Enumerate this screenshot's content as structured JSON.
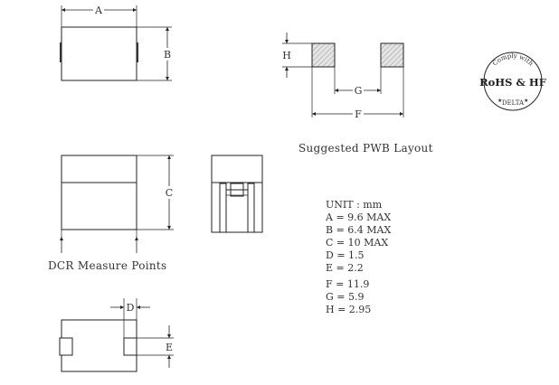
{
  "dimension_letters": {
    "a": "A",
    "b": "B",
    "c": "C",
    "d": "D",
    "e": "E",
    "f": "F",
    "g": "G",
    "h": "H"
  },
  "captions": {
    "pwb_layout": "Suggested PWB Layout",
    "dcr_points": "DCR Measure Points"
  },
  "specs": {
    "unit": "UNIT : mm",
    "rows": [
      "A = 9.6 MAX",
      "B = 6.4 MAX",
      "C = 10 MAX",
      "D = 1.5",
      "E = 2.2",
      "F = 11.9",
      "G = 5.9",
      "H = 2.95"
    ]
  },
  "seal": {
    "top_text": "Comply with",
    "main_text": "RoHS & HF",
    "bottom_text": "DELTA"
  },
  "colors": {
    "line": "#222222",
    "pad_fill": "#dddddd",
    "hatch": "#999999",
    "text": "#333333"
  }
}
